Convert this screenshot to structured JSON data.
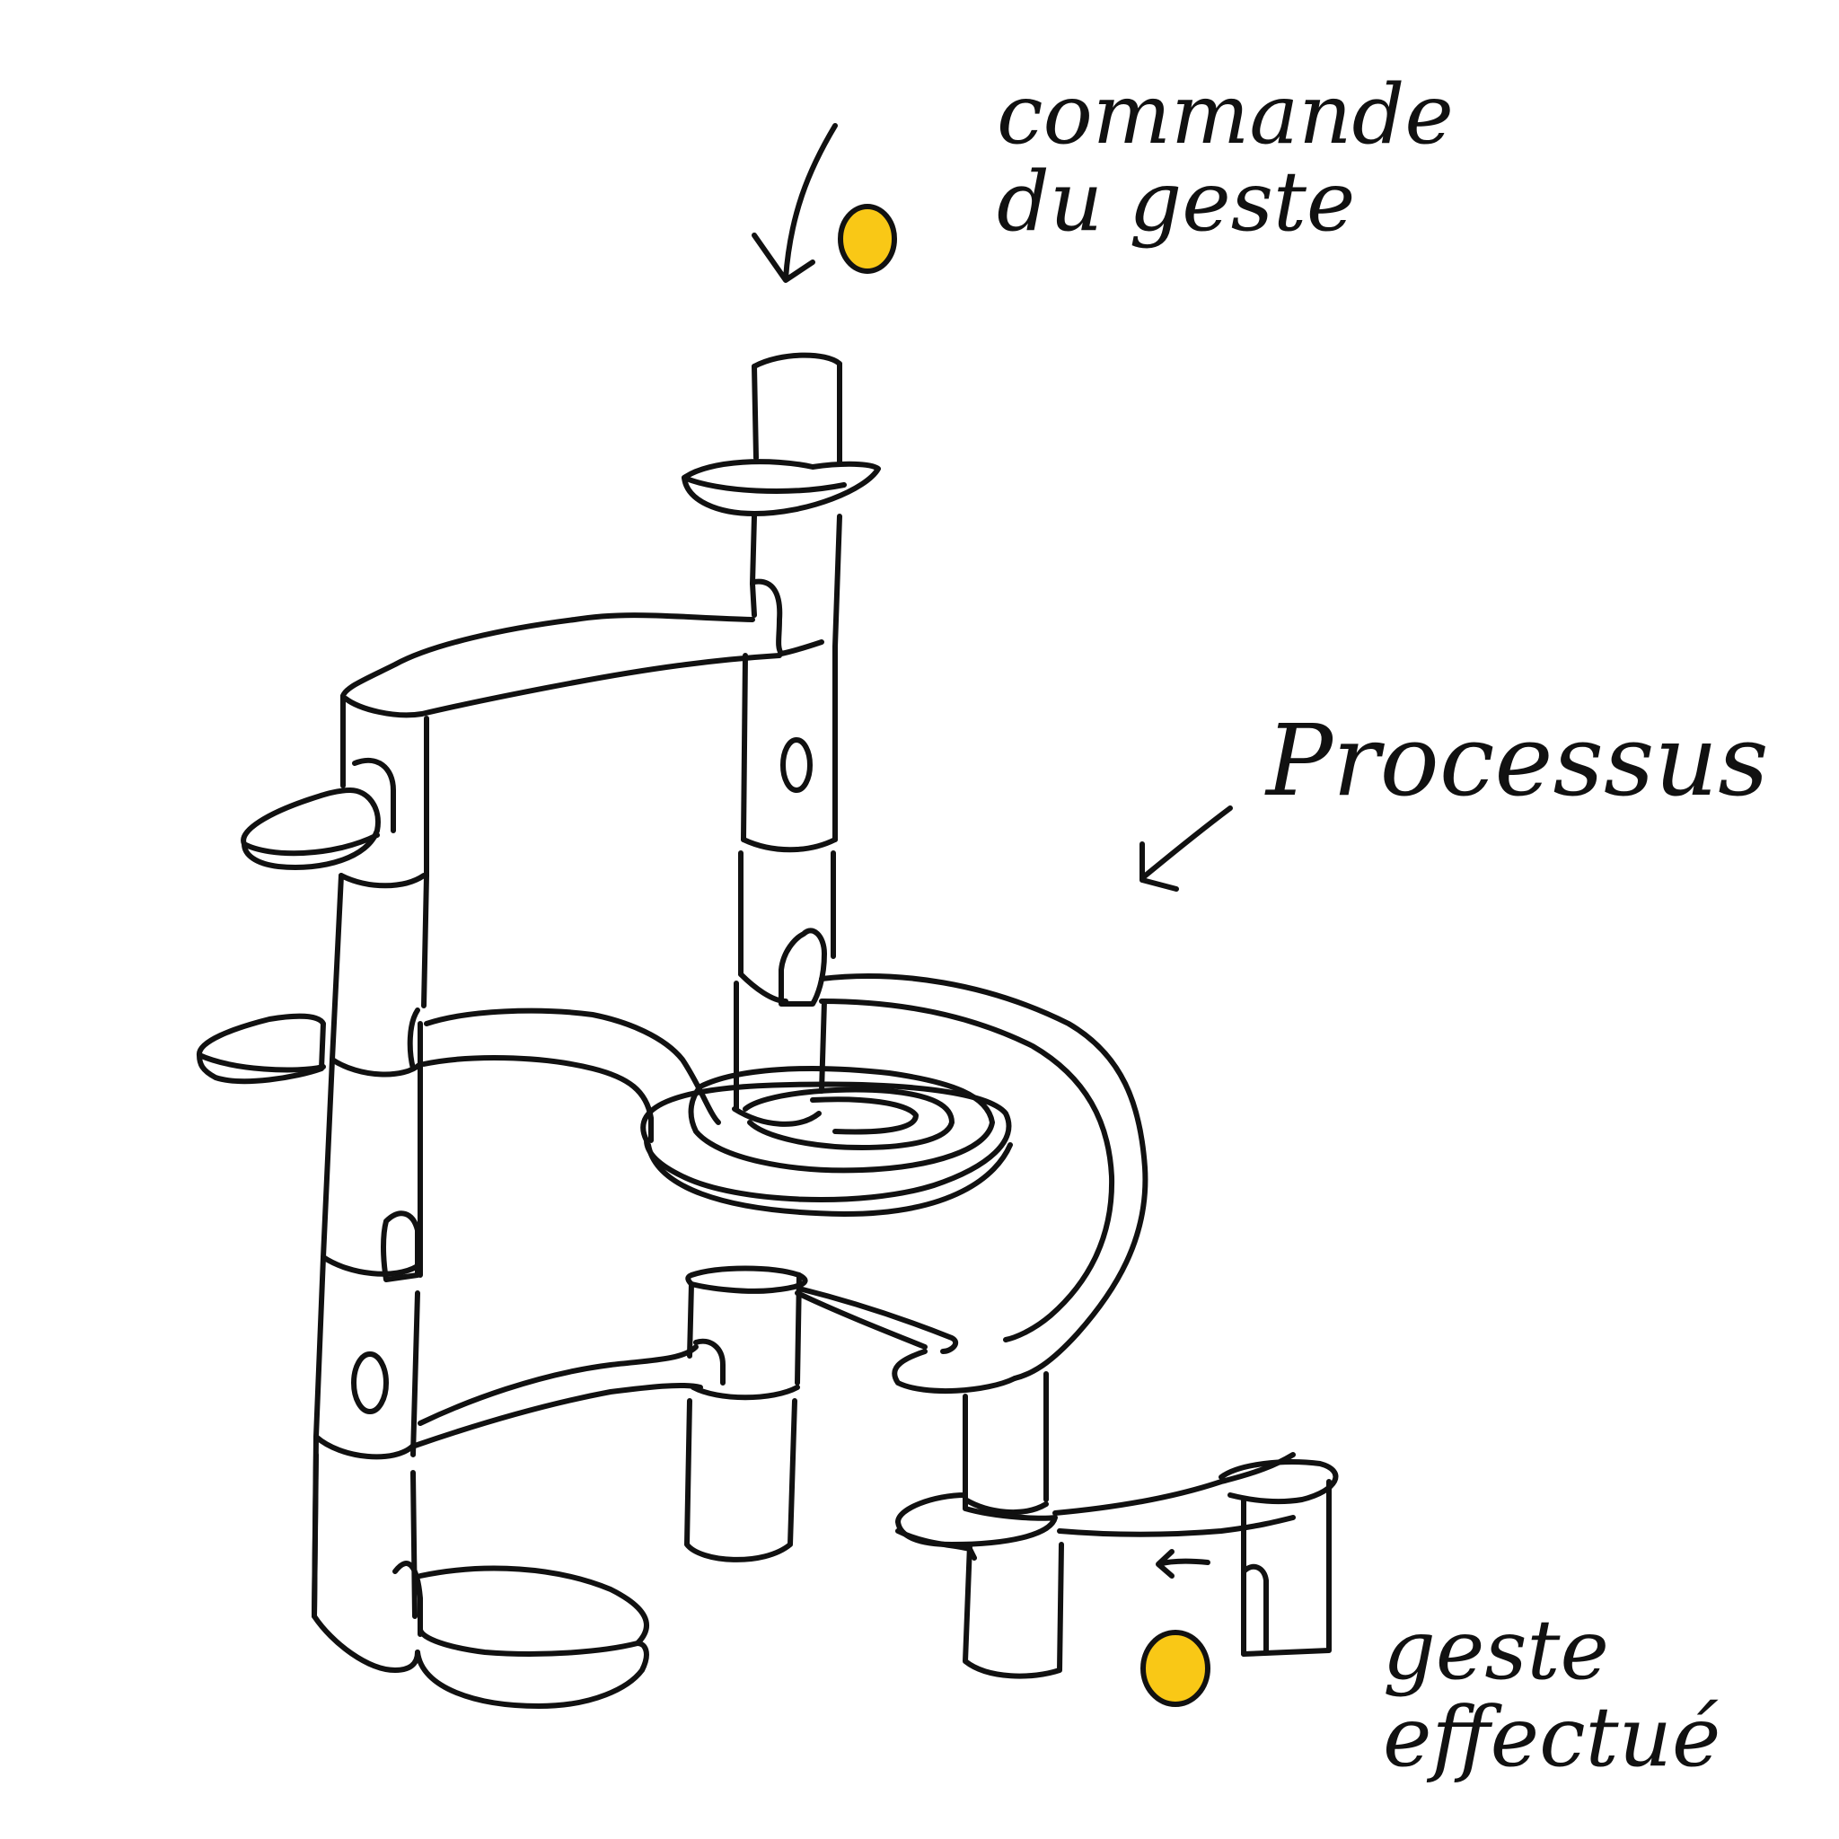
{
  "labels": {
    "command": {
      "line1": "commande",
      "line2": "du geste"
    },
    "process": {
      "line1": "Processus"
    },
    "result": {
      "line1": "geste",
      "line2": "effectué"
    }
  },
  "colors": {
    "ink": "#111111",
    "ball": "#F9C816",
    "background": "#ffffff"
  },
  "icons": {
    "start_ball": "yellow-marble",
    "end_ball": "yellow-marble",
    "arrows": "hand-drawn-arrow"
  }
}
